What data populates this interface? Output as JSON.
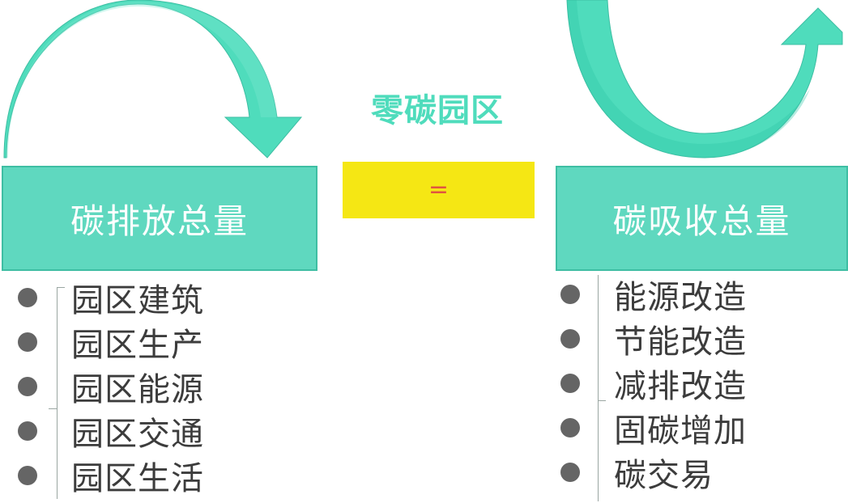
{
  "title": "零碳园区",
  "equals": "=",
  "emission": {
    "label": "碳排放总量",
    "items": [
      "园区建筑",
      "园区生产",
      "园区能源",
      "园区交通",
      "园区生活"
    ]
  },
  "absorption": {
    "label": "碳吸收总量",
    "items": [
      "能源改造",
      "节能改造",
      "减排改造",
      "固碳增加",
      "碳交易"
    ]
  },
  "colors": {
    "teal": "#5fd8bf",
    "arrow": "#4fdcbc",
    "equals_box": "#f5e714",
    "equals_sign": "#e0553f",
    "bullet": "#656565",
    "text": "#3c3c3c"
  }
}
